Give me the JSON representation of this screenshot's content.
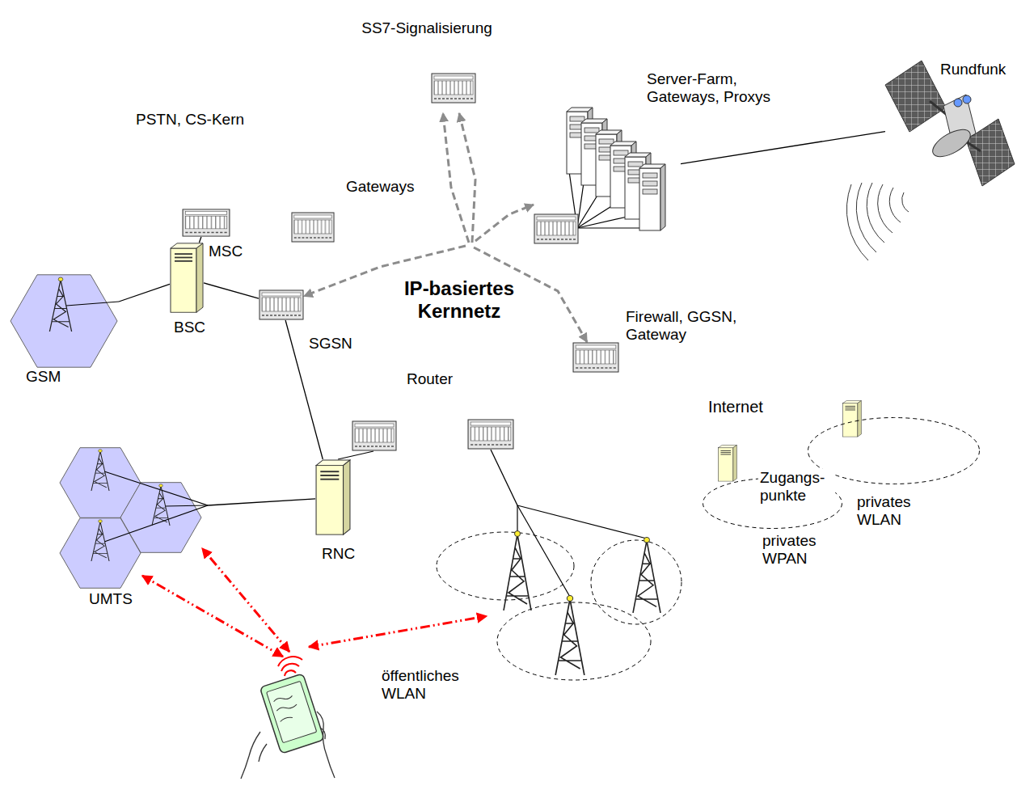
{
  "diagram": {
    "nodes": [
      {
        "text": [
          "SS7-Signalisierung"
        ]
      },
      {
        "text": [
          "PSTN, CS-Kern"
        ]
      },
      {
        "text": [
          "IP-basiertes Kernnetz"
        ]
      },
      {
        "text": [
          "Internet"
        ]
      },
      {
        "text": [
          "MSC"
        ]
      },
      {
        "text": [
          "Gateways"
        ]
      },
      {
        "text": [
          "BSC"
        ]
      },
      {
        "text": [
          "GSM"
        ]
      },
      {
        "text": [
          "SGSN"
        ]
      },
      {
        "text": [
          "RNC"
        ]
      },
      {
        "text": [
          "UMTS"
        ]
      },
      {
        "text": [
          "Router"
        ]
      },
      {
        "text": [
          "Server-Farm, Gateways, Proxys"
        ]
      },
      {
        "text": [
          "Firewall, GGSN, Gateway"
        ]
      },
      {
        "text": [
          "Rundfunk"
        ]
      },
      {
        "text": [
          "öffentliches WLAN"
        ]
      },
      {
        "text": [
          "privates WPAN"
        ]
      },
      {
        "text": [
          "privates WLAN"
        ]
      }
    ],
    "edges": [
      {
        "from": 4,
        "to": 6,
        "arrow": "none"
      },
      {
        "from": 6,
        "to": 7,
        "arrow": "none"
      },
      {
        "from": 6,
        "to": 8,
        "arrow": "none"
      },
      {
        "from": 8,
        "to": 9,
        "arrow": "none"
      },
      {
        "from": 9,
        "to": 10,
        "arrow": "none"
      },
      {
        "from": 11,
        "to": 15,
        "arrow": "none"
      },
      {
        "from": 12,
        "to": 14,
        "arrow": "none"
      },
      {
        "from": 2,
        "to": 0,
        "arrow": "to"
      },
      {
        "from": 2,
        "to": 0,
        "arrow": "to"
      },
      {
        "from": 2,
        "to": 8,
        "arrow": "to"
      },
      {
        "from": 2,
        "to": 12,
        "arrow": "to"
      },
      {
        "from": 2,
        "to": 13,
        "arrow": "to"
      }
    ],
    "labels": [
      "Zugangs- punkte"
    ]
  }
}
